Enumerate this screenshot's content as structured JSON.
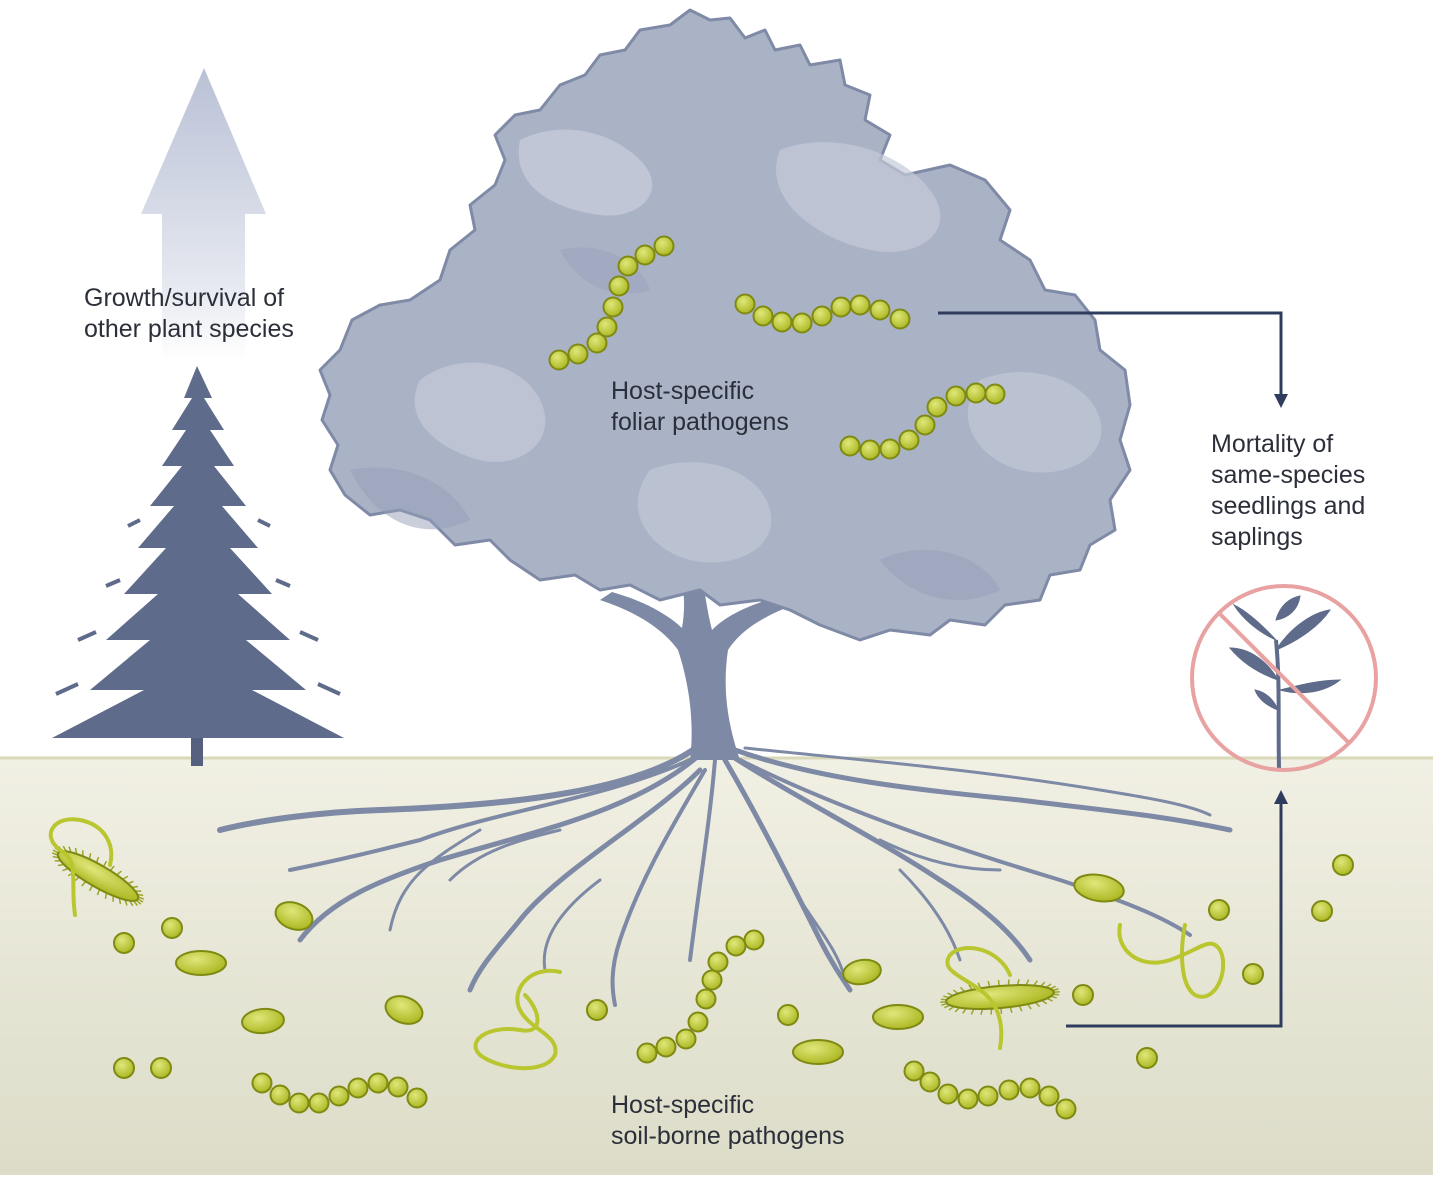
{
  "labels": {
    "growth": [
      "Growth/survival of",
      "other plant species"
    ],
    "foliar": [
      "Host-specific",
      "foliar pathogens"
    ],
    "mortality": [
      "Mortality of",
      "same-species",
      "seedlings and",
      "saplings"
    ],
    "soil": [
      "Host-specific",
      "soil-borne pathogens"
    ]
  },
  "colors": {
    "soil_top": "#efeee1",
    "soil_bottom": "#dcdcc9",
    "canopy": "#aab2c6",
    "canopy_light": "#c5cbd9",
    "canopy_outline": "#7f8aa6",
    "trunk": "#7d89a5",
    "conifer": "#5f6b8a",
    "pathogen": "#b9c630",
    "pathogen_outline": "#7e8a12",
    "arrow_line": "#2f3c5e",
    "prohibit_ring": "#e8a2a2",
    "growth_arrow": "#c4cadb"
  }
}
